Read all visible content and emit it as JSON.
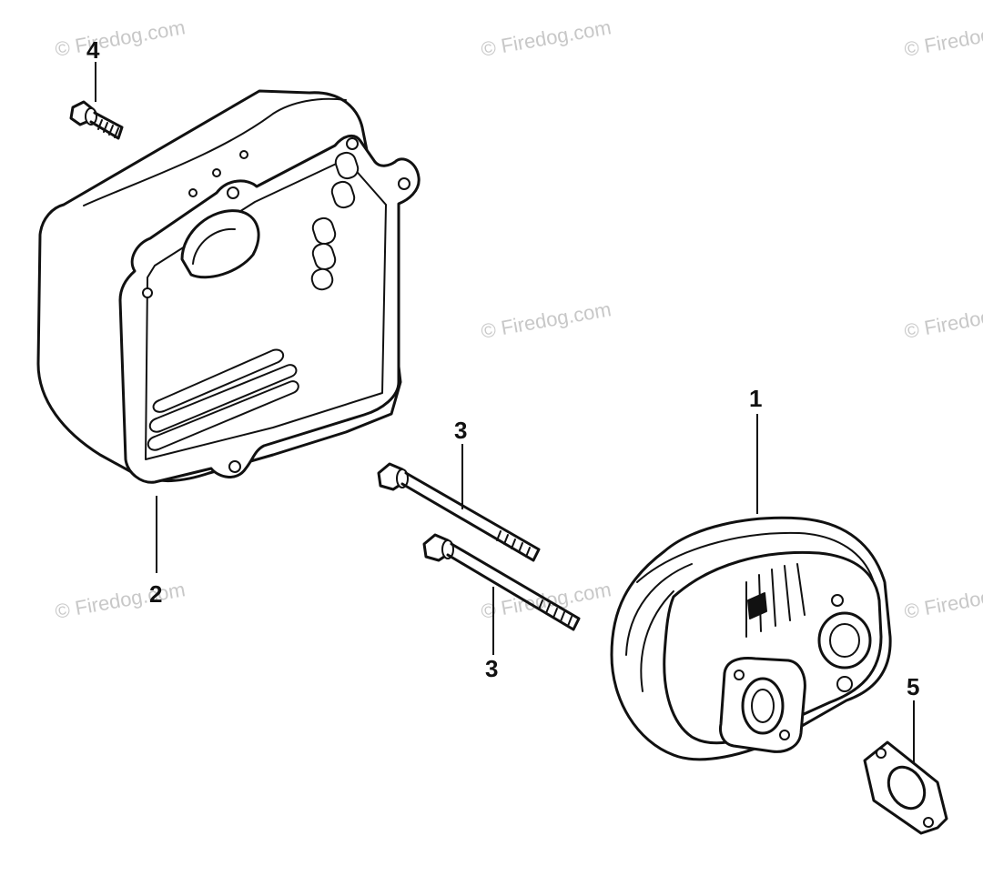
{
  "watermark": {
    "text": "© Firedog.com"
  },
  "callouts": {
    "c1": "1",
    "c2": "2",
    "c3a": "3",
    "c3b": "3",
    "c4": "4",
    "c5": "5"
  }
}
